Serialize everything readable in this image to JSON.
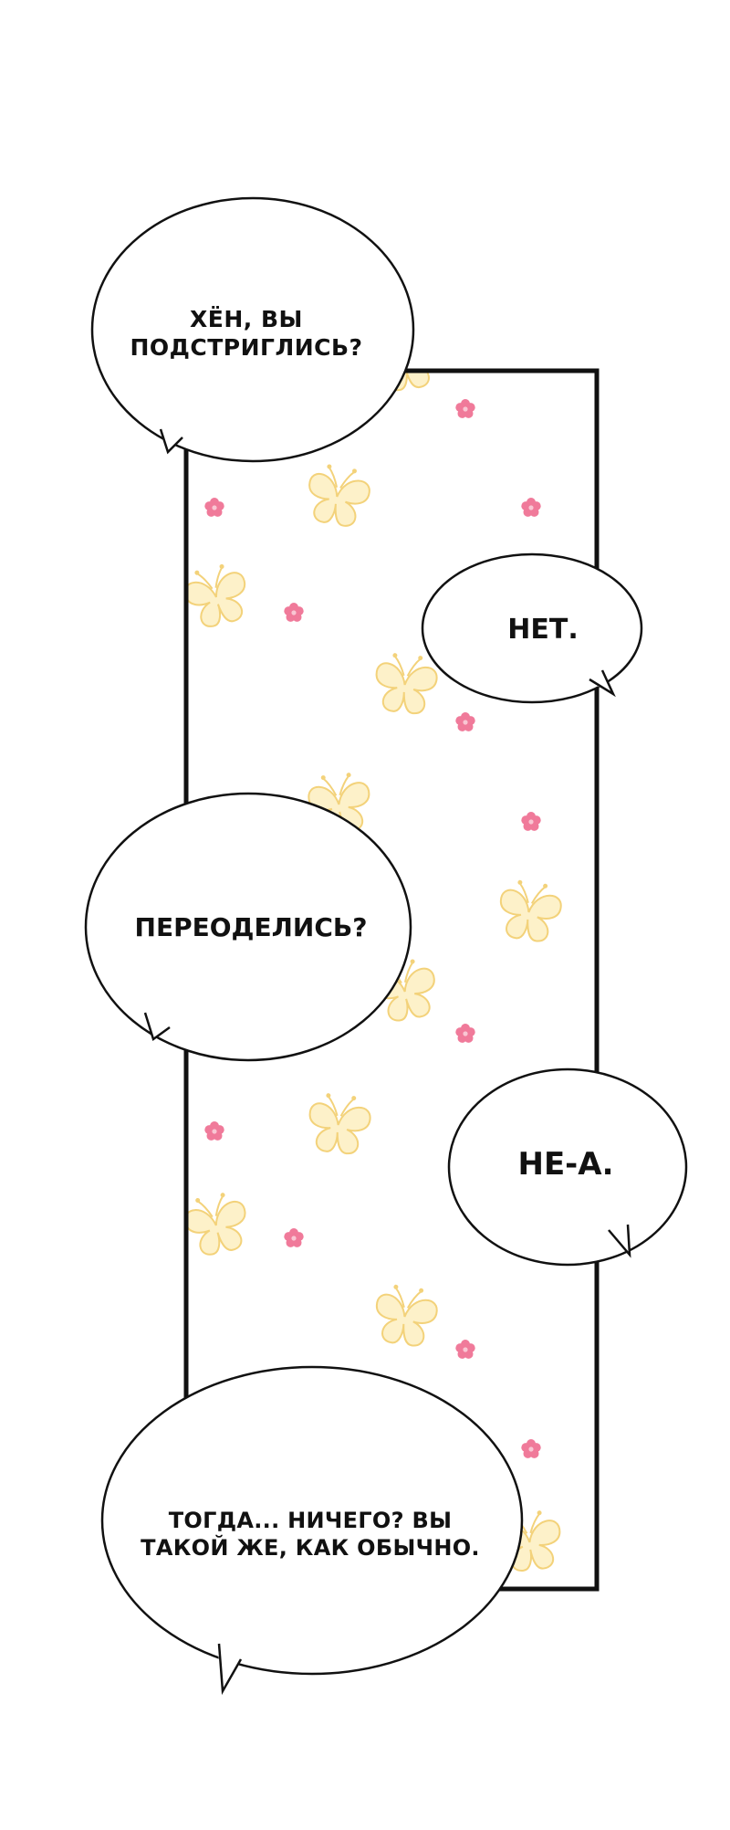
{
  "panel": {
    "border_color": "#111111",
    "background_color": "#ffffff",
    "pattern": {
      "flower_color": "#f07a9a",
      "flower_center_color": "#f9c6d3",
      "butterfly_fill": "#fdf1c9",
      "butterfly_stroke": "#f3d27a",
      "butterfly_icon": "butterfly-icon",
      "flower_icon": "flower-icon"
    }
  },
  "bubbles": [
    {
      "text": "ХЁН, ВЫ\nПОДСТРИГЛИСЬ?"
    },
    {
      "text": "НЕТ."
    },
    {
      "text": "ПЕРЕОДЕЛИСЬ?"
    },
    {
      "text": "НЕ-А."
    },
    {
      "text": "ТОГДА... НИЧЕГО? ВЫ\nТАКОЙ ЖЕ, КАК ОБЫЧНО."
    }
  ]
}
